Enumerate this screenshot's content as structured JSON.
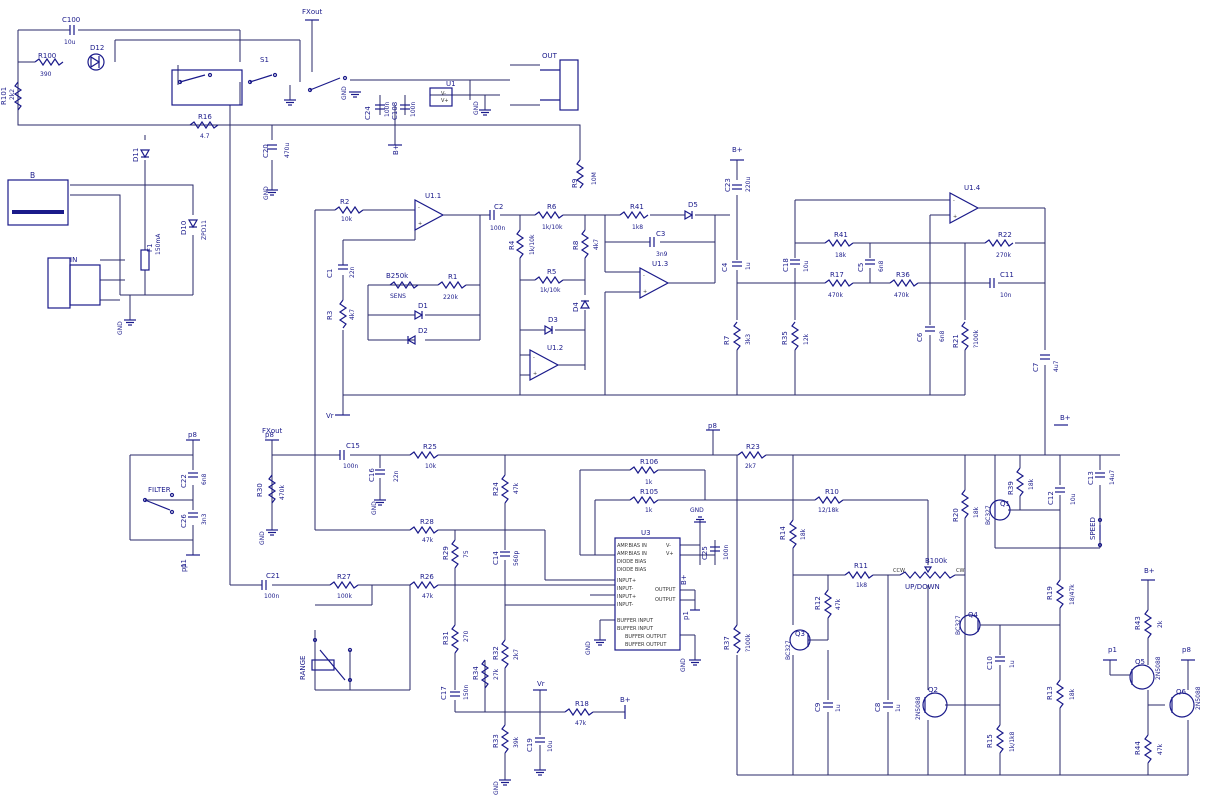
{
  "labels": {
    "fxout_top": "FXout",
    "fxout_mid": "FXout",
    "c100": "C100",
    "c100_val": "10u",
    "r100": "R100",
    "r100_val": "390",
    "d12": "D12",
    "r101": "R101",
    "r101_val": "2k2",
    "s1": "S1",
    "out": "OUT",
    "u1": "U1",
    "u1_vm": "V-",
    "u1_vp": "V+",
    "gnd": "GND",
    "c24": "C24",
    "c24_val": "100n",
    "c108": "C108",
    "c108_val": "100n",
    "bplus": "B+",
    "r16": "R16",
    "r16_val": "4.7",
    "c20": "C20",
    "c20_val": "470u",
    "d11": "D11",
    "b": "B",
    "in": "IN",
    "f1": "F1",
    "f1_val": "150mA",
    "d10": "D10",
    "d10_val": "ZPD11",
    "r9": "R9",
    "r9_val": "10M",
    "u1_1": "U1.1",
    "r2": "R2",
    "r2_val": "10k",
    "c2": "C2",
    "c2_val": "100n",
    "r6": "R6",
    "r6_val": "1k/10k",
    "r41b": "R41",
    "r41b_val": "1k8",
    "d5": "D5",
    "c23": "C23",
    "c23_val": "220u",
    "u1_4": "U1.4",
    "c1": "C1",
    "c1_val": "22n",
    "b250k": "B250k",
    "sens": "SENS",
    "r1": "R1",
    "r1_val": "220k",
    "r3": "R3",
    "r3_val": "4k7",
    "d1": "D1",
    "d2": "D2",
    "r4": "R4",
    "r4_val": "1k/10k",
    "r5": "R5",
    "r5_val": "1k/10k",
    "r8": "R8",
    "r8_val": "4k7",
    "c3": "C3",
    "c3_val": "3n9",
    "u1_3": "U1.3",
    "c4": "C4",
    "c4_val": "1u",
    "r41": "R41",
    "r41_val": "18k",
    "c18": "C18",
    "c18_val": "10u",
    "c5": "C5",
    "c5_val": "6n8",
    "r17": "R17",
    "r17_val": "470k",
    "r36": "R36",
    "r36_val": "470k",
    "r22": "R22",
    "r22_val": "270k",
    "c11": "C11",
    "c11_val": "10n",
    "d4": "D4",
    "d3": "D3",
    "u1_2": "U1.2",
    "r7": "R7",
    "r7_val": "3k3",
    "r35": "R35",
    "r35_val": "12k",
    "c6": "C6",
    "c6_val": "6n8",
    "r21": "R21",
    "r21_val": "?100k",
    "c7": "C7",
    "c7_val": "4u7",
    "vr": "Vr",
    "p8_a": "p8",
    "p8_b": "p8",
    "p8_c": "p8",
    "p8_d": "p8",
    "filter": "FILTER",
    "c22": "C22",
    "c22_val": "6n8",
    "c26": "C26",
    "c26_val": "3n3",
    "p1_a": "p1",
    "p1_b": "p1",
    "p1_c": "p1",
    "p1_d": "p1",
    "r30": "R30",
    "r30_val": "470k",
    "c15": "C15",
    "c15_val": "100n",
    "c16": "C16",
    "c16_val": "22n",
    "r25": "R25",
    "r25_val": "10k",
    "r23": "R23",
    "r23_val": "2k7",
    "r24": "R24",
    "r24_val": "47k",
    "r106": "R106",
    "r106_val": "1k",
    "r105": "R105",
    "r105_val": "1k",
    "r10": "R10",
    "r10_val": "12/18k",
    "r20": "R20",
    "r20_val": "18k",
    "r39": "R39",
    "r39_val": "18k",
    "c12": "C12",
    "c12_val": "10u",
    "c13": "C13",
    "c13_val": "14u7",
    "q1": "Q1",
    "q1_val": "BC327",
    "speed": "SPEED",
    "r28": "R28",
    "r28_val": "47k",
    "r29": "R29",
    "r29_val": "75",
    "c14": "C14",
    "c14_val": "560p",
    "u3": "U3",
    "u3_p1": "AMP.BIAS IN",
    "u3_p2": "AMP.BIAS IN",
    "u3_p3": "DIODE BIAS",
    "u3_p4": "DIODE BIAS",
    "u3_p5": "INPUT+",
    "u3_p6": "INPUT-",
    "u3_p7": "INPUT+",
    "u3_p8": "INPUT-",
    "u3_p9": "BUFFER INPUT",
    "u3_p10": "BUFFER INPUT",
    "u3_p11": "BUFFER OUTPUT",
    "u3_p12": "BUFFER OUTPUT",
    "u3_r1": "V-",
    "u3_r2": "V+",
    "u3_r3": "OUTPUT",
    "u3_r4": "OUTPUT",
    "c25": "C25",
    "c25_val": "100n",
    "r14": "R14",
    "r14_val": "18k",
    "r11": "R11",
    "r11_val": "1k8",
    "b100k": "B100k",
    "updown": "UP/DOWN",
    "ccw": "CCW",
    "cw": "CW",
    "r19": "R19",
    "r19_val": "18/47k",
    "c21": "C21",
    "c21_val": "100n",
    "r27": "R27",
    "r27_val": "100k",
    "r26": "R26",
    "r26_val": "47k",
    "r12": "R12",
    "r12_val": "47k",
    "q3": "Q3",
    "q3_val": "BC327",
    "q4": "Q4",
    "q4_val": "BC327",
    "r43": "R43",
    "r43_val": "2k",
    "range": "RANGE",
    "r31": "R31",
    "r31_val": "270",
    "r32": "R32",
    "r32_val": "2k7",
    "r37": "R37",
    "r37_val": "?100k",
    "c10": "C10",
    "c10_val": "1u",
    "q5": "Q5",
    "q5_val": "2N5088",
    "q6": "Q6",
    "q6_val": "2N5088",
    "c17": "C17",
    "c17_val": "150n",
    "r34": "R34",
    "r34_val": "27k",
    "r18": "R18",
    "r18_val": "47k",
    "c9": "C9",
    "c9_val": "1u",
    "c8": "C8",
    "c8_val": "1u",
    "q2": "Q2",
    "q2_val": "2N5088",
    "r13": "R13",
    "r13_val": "18k",
    "r15": "R15",
    "r15_val": "1k/1k8",
    "r44": "R44",
    "r44_val": "47k",
    "r33": "R33",
    "r33_val": "39k",
    "c19": "C19",
    "c19_val": "10u"
  }
}
